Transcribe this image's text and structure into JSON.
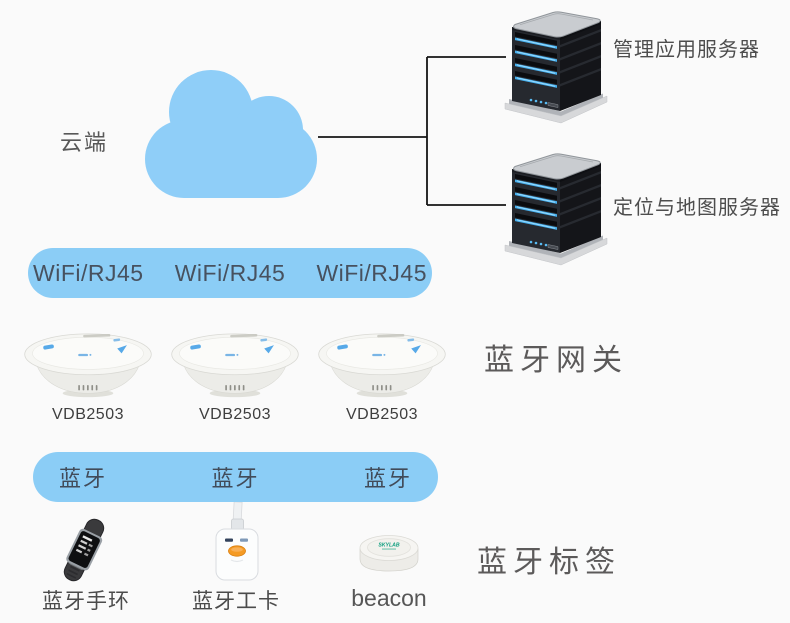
{
  "colors": {
    "background": "#fafafa",
    "cloud_blue": "#8fcef8",
    "banner_blue": "#8bcdf6",
    "connector_black": "#161616",
    "label_gray": "#5c5a5a",
    "led_blue": "#47b0ee",
    "accent_orange": "#f59b24",
    "brand_green": "#0c9e7e"
  },
  "icons": {
    "cloud": "cloud-icon",
    "server": "server-tower-icon",
    "gateway": "bluetooth-gateway-icon",
    "wristband": "wristband-icon",
    "badge": "badge-icon",
    "beacon": "beacon-icon"
  },
  "cloud": {
    "label": "云端"
  },
  "servers": {
    "top": {
      "label": "管理应用服务器"
    },
    "bottom": {
      "label": "定位与地图服务器"
    }
  },
  "wifi_banner": {
    "items": [
      "WiFi/RJ45",
      "WiFi/RJ45",
      "WiFi/RJ45"
    ]
  },
  "gateway_section": {
    "label": "蓝牙网关",
    "models": [
      "VDB2503",
      "VDB2503",
      "VDB2503"
    ]
  },
  "bt_banner": {
    "items": [
      "蓝牙",
      "蓝牙",
      "蓝牙"
    ]
  },
  "tag_section": {
    "label": "蓝牙标签",
    "items": [
      {
        "label": "蓝牙手环"
      },
      {
        "label": "蓝牙工卡"
      },
      {
        "label": "beacon"
      }
    ],
    "beacon_brand": "SKYLAB"
  }
}
